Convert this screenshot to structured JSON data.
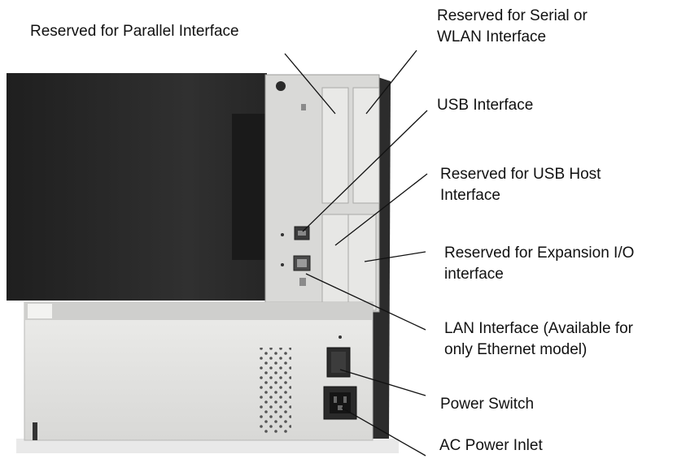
{
  "callouts": [
    {
      "id": "parallel",
      "lines": [
        "Reserved for Parallel Interface"
      ]
    },
    {
      "id": "serial-wlan",
      "lines": [
        "Reserved for Serial or",
        "WLAN Interface"
      ]
    },
    {
      "id": "usb",
      "lines": [
        "USB Interface"
      ]
    },
    {
      "id": "usb-host",
      "lines": [
        "Reserved for USB Host",
        "Interface"
      ]
    },
    {
      "id": "expansion-io",
      "lines": [
        "Reserved for Expansion I/O",
        "interface"
      ]
    },
    {
      "id": "lan",
      "lines": [
        "LAN Interface (Available for",
        "only Ethernet model)"
      ]
    },
    {
      "id": "power-switch",
      "lines": [
        "Power Switch"
      ]
    },
    {
      "id": "ac-inlet",
      "lines": [
        "AC Power Inlet"
      ]
    }
  ],
  "colors": {
    "cover": "#2a2a2a",
    "panel": "#dcdcda",
    "chassis": "#e4e4e2",
    "label_text": "#111111",
    "leader_line": "#111111"
  }
}
